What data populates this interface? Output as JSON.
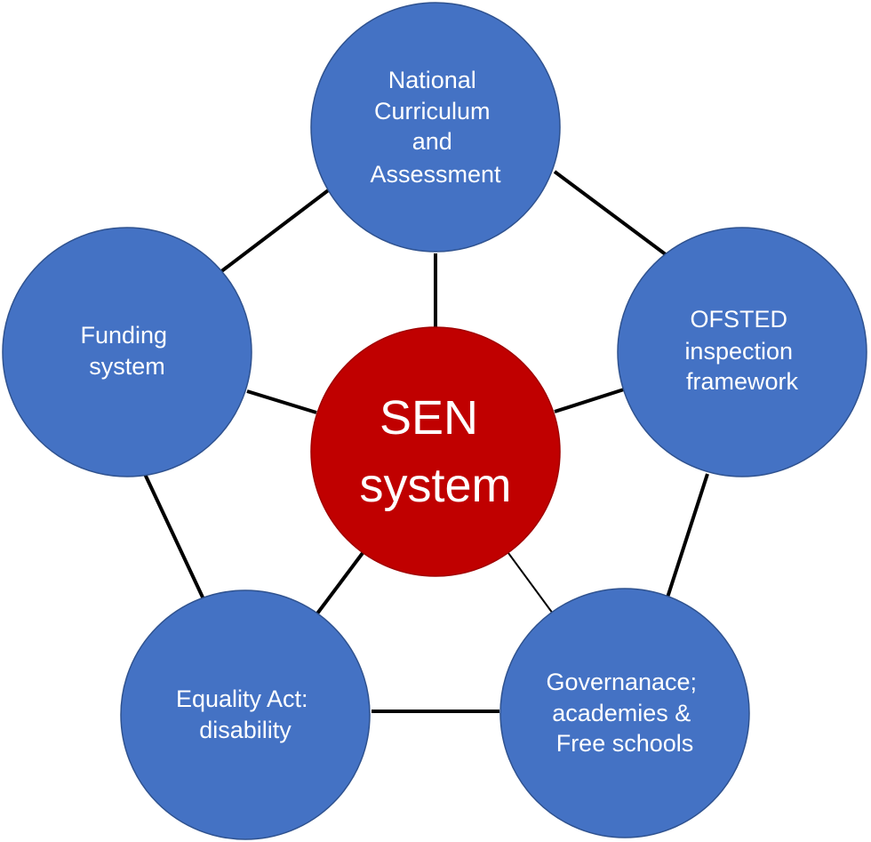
{
  "diagram": {
    "center": {
      "lines": [
        "SEN",
        "system"
      ],
      "color": "#C00000"
    },
    "nodes": {
      "curriculum": {
        "lines": [
          "National",
          "Curriculum",
          "and",
          "Assessment"
        ]
      },
      "ofsted": {
        "lines": [
          "OFSTED",
          "inspection",
          "framework"
        ]
      },
      "governance": {
        "lines": [
          "Governanace;",
          "academies &",
          "Free schools"
        ]
      },
      "equality": {
        "lines": [
          "Equality Act:",
          "disability"
        ]
      },
      "funding": {
        "lines": [
          "Funding",
          "system"
        ]
      }
    },
    "node_color": "#4472C4",
    "connector_color": "#000000"
  }
}
